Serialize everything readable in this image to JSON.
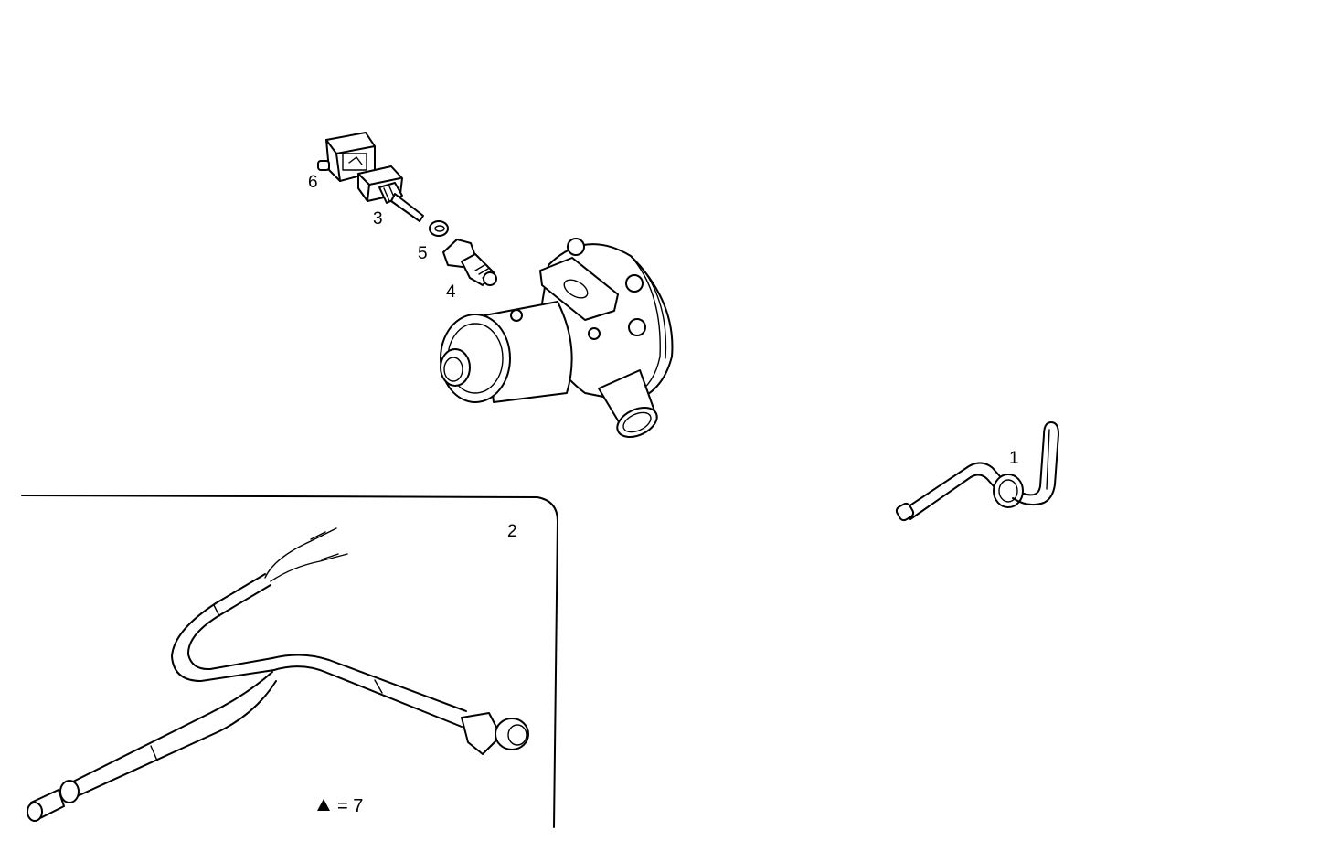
{
  "diagram": {
    "type": "exploded-parts-illustration",
    "background_color": "#ffffff",
    "line_color": "#000000"
  },
  "callouts": {
    "c1": "1",
    "c2": "2",
    "c3": "3",
    "c4": "4",
    "c5": "5",
    "c6": "6"
  },
  "legend": {
    "symbol": "triangle",
    "equals": "=",
    "value": "7"
  },
  "parts": [
    {
      "id": "1",
      "name": "probe-tube-with-grommet"
    },
    {
      "id": "2",
      "name": "wiring-harness"
    },
    {
      "id": "3",
      "name": "temperature-sender"
    },
    {
      "id": "4",
      "name": "threaded-adapter"
    },
    {
      "id": "5",
      "name": "sealing-ring"
    },
    {
      "id": "6",
      "name": "connector-plug"
    }
  ]
}
